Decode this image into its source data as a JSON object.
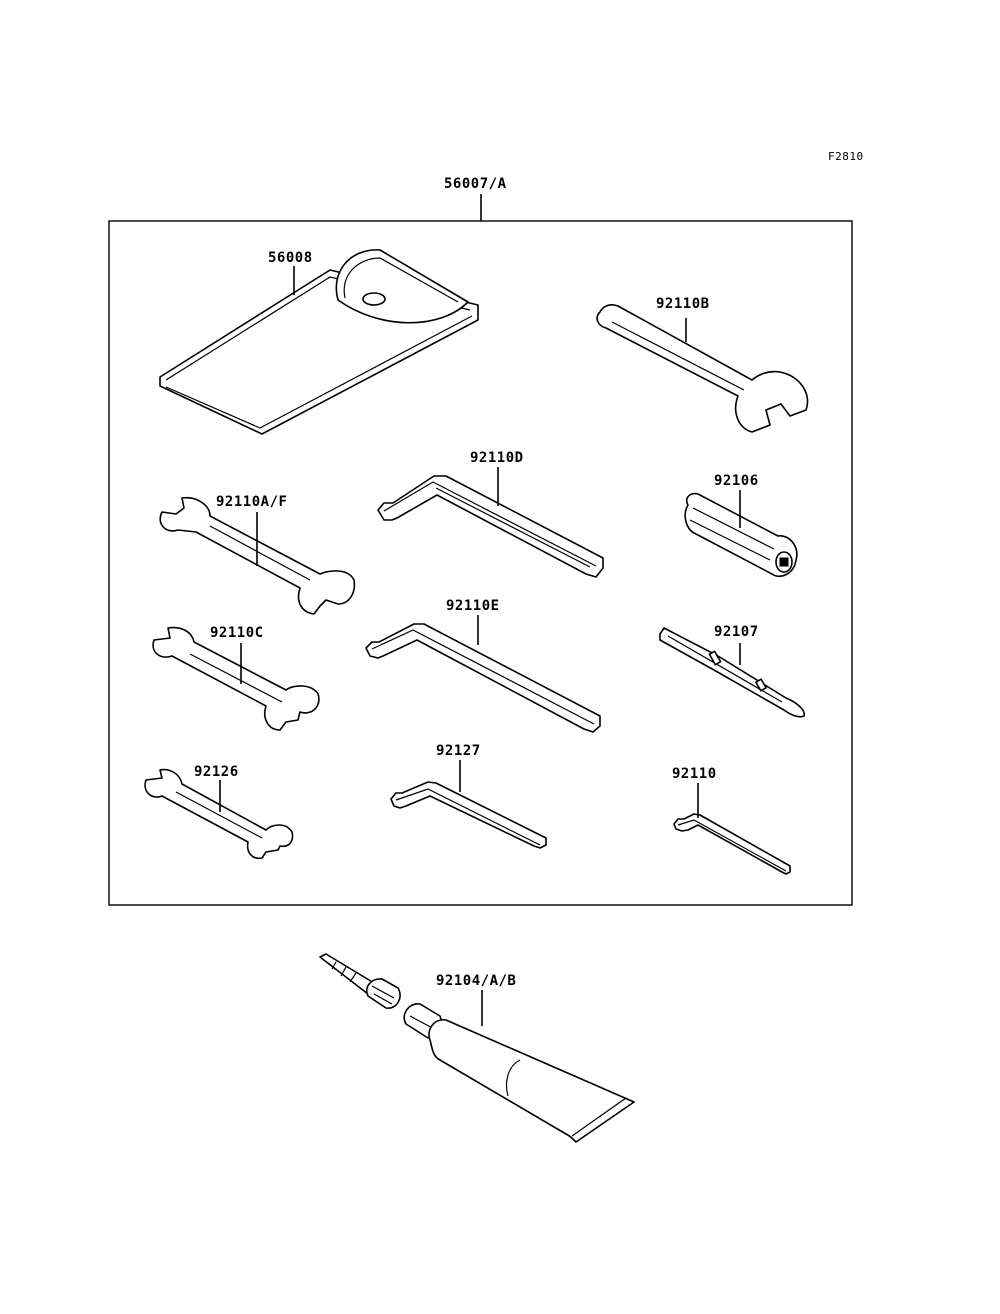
{
  "figure_code": "F2810",
  "labels": {
    "kit": "56007/A",
    "case": "56008",
    "wrench_b": "92110B",
    "hex_d": "92110D",
    "wrench_af": "92110A/F",
    "screwdriver_handle": "92106",
    "wrench_c": "92110C",
    "hex_e": "92110E",
    "screwdriver_bit": "92107",
    "wrench_small": "92126",
    "hex_small": "92127",
    "hex_tiny": "92110",
    "grease_tube": "92104/A/B"
  }
}
